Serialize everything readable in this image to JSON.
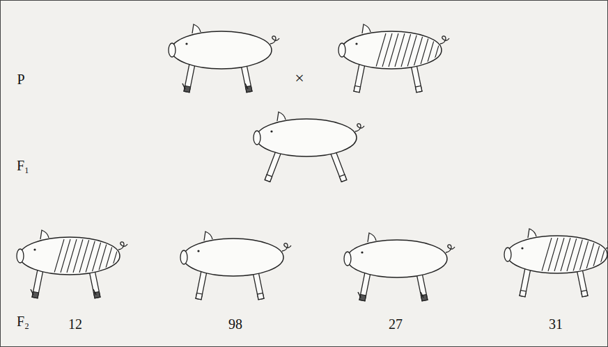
{
  "diagram": {
    "labels": [
      "P",
      "×",
      "F₁",
      "F₂",
      "12",
      "98",
      "27",
      "31"
    ]
  }
}
